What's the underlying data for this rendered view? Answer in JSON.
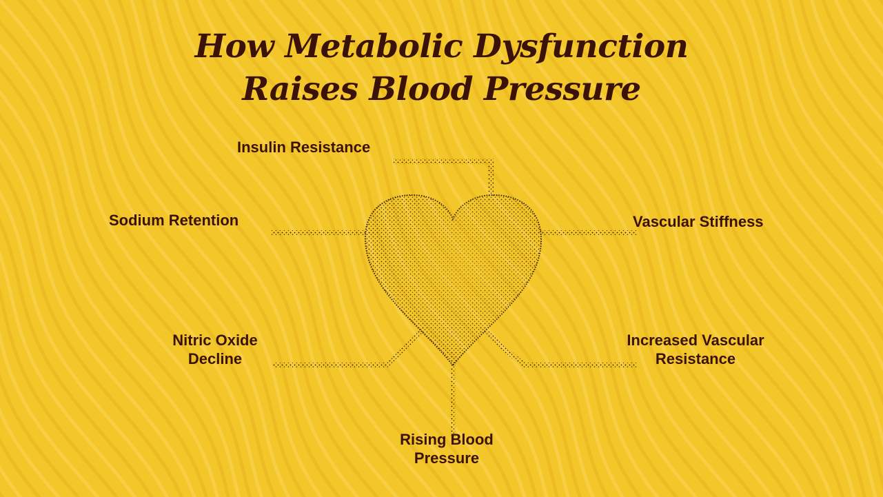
{
  "title": {
    "line1": "How Metabolic Dysfunction",
    "line2": "Raises Blood Pressure"
  },
  "labels": {
    "insulin_resistance": "Insulin Resistance",
    "sodium_retention": "Sodium Retention",
    "nitric_oxide_line1": "Nitric Oxide",
    "nitric_oxide_line2": "Decline",
    "vascular_stiffness": "Vascular Stiffness",
    "increased_resistance_line1": "Increased Vascular",
    "increased_resistance_line2": "Resistance",
    "rising_bp_line1": "Rising Blood",
    "rising_bp_line2": "Pressure"
  },
  "colors": {
    "background": "#f3c62a",
    "text": "#3a1208",
    "stipple": "#2a1408"
  },
  "icons": {
    "center": "stippled-heart-icon"
  }
}
